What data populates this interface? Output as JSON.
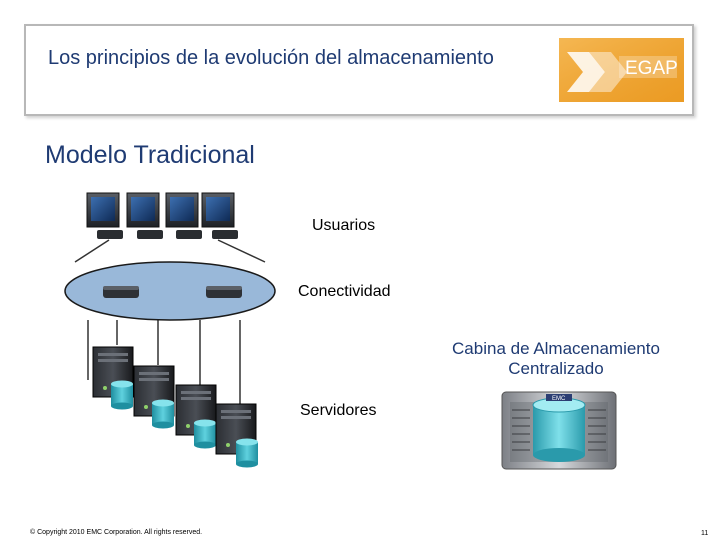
{
  "header": {
    "title": "Los principios de la evolución del almacenamiento",
    "logo_text": "EGAP"
  },
  "section": {
    "title": "Modelo Tradicional"
  },
  "diagram": {
    "labels": {
      "users": "Usuarios",
      "connectivity": "Conectividad",
      "storage_line1": "Cabina de Almacenamiento",
      "storage_line2": "Centralizado",
      "servers": "Servidores",
      "storage_brand": "EMC"
    },
    "colors": {
      "network_ellipse": "#99b8d9",
      "title_blue": "#1f3b73",
      "disk_teal": "#3cb3c2",
      "logo_orange": "#f2a630"
    }
  },
  "footer": {
    "copyright": "© Copyright 2010 EMC Corporation. All rights reserved.",
    "page_number": "11"
  }
}
